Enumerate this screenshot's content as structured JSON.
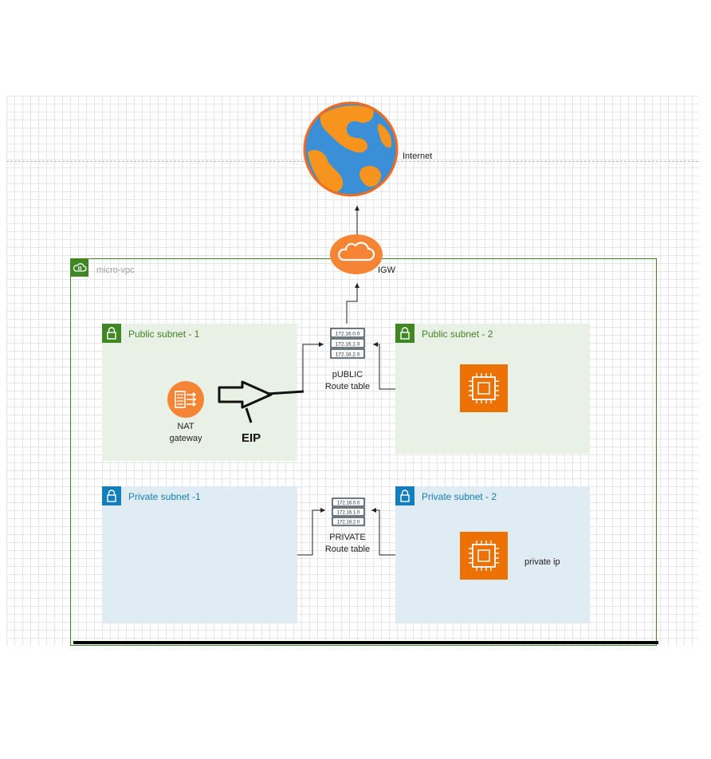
{
  "nodes": {
    "internet": "Internet",
    "igw": "IGW",
    "vpc": "micro-vpc",
    "public_subnet_1": "Public subnet - 1",
    "public_subnet_2": "Public subnet - 2",
    "private_subnet_1": "Private subnet -1",
    "private_subnet_2": "Private subnet - 2",
    "nat_line1": "NAT",
    "nat_line2": "gateway",
    "eip": "EIP",
    "public_rt_line1": "pUBLIC",
    "public_rt_line2": "Route table",
    "private_rt_line1": "PRIVATE",
    "private_rt_line2": "Route table",
    "private_ip": "private ip"
  },
  "route_table_entries": [
    "172.16.0.0",
    "172.16.1.0",
    "172.16.2.0"
  ],
  "colors": {
    "aws_orange": "#ed7100",
    "public_green": "#3f8624",
    "private_blue": "#147eba",
    "public_fill": "#e9f0e5",
    "private_fill": "#dfecf4",
    "globe_ocean": "#3a8fd6",
    "globe_land": "#f7941d"
  },
  "icons": {
    "internet": "globe-icon",
    "igw": "cloud-icon",
    "nat": "nat-gateway-icon",
    "route_table": "route-table-icon",
    "instance": "ec2-instance-icon",
    "lock": "lock-icon"
  }
}
